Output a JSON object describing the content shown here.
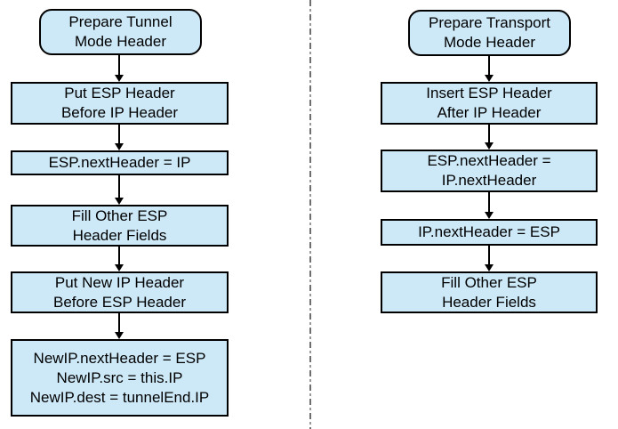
{
  "colors": {
    "box_fill": "#cde9f8",
    "box_border": "#000000",
    "arrow": "#000000",
    "divider": "#6e6e6e",
    "background": "#ffffff",
    "text": "#000000"
  },
  "diagram": {
    "tunnel_flow": {
      "start": "Prepare Tunnel\nMode Header",
      "steps": [
        "Put ESP Header\nBefore IP Header",
        "ESP.nextHeader = IP",
        "Fill Other ESP\nHeader Fields",
        "Put New IP Header\nBefore ESP Header",
        "NewIP.nextHeader = ESP\nNewIP.src = this.IP\nNewIP.dest = tunnelEnd.IP"
      ]
    },
    "transport_flow": {
      "start": "Prepare Transport\nMode Header",
      "steps": [
        "Insert ESP Header\nAfter IP Header",
        "ESP.nextHeader =\nIP.nextHeader",
        "IP.nextHeader = ESP",
        "Fill Other ESP\nHeader Fields"
      ]
    }
  }
}
